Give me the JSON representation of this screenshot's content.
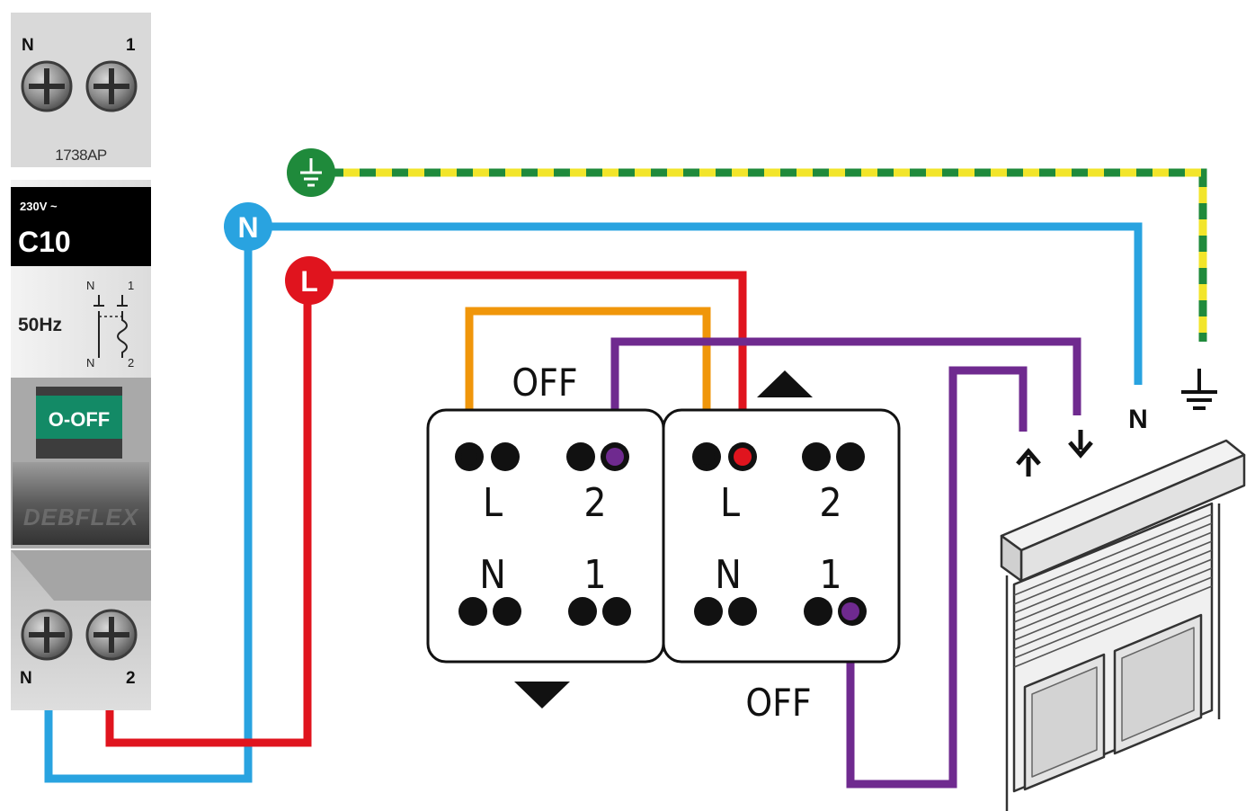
{
  "breaker": {
    "terminal_top_left": "N",
    "terminal_top_right": "1",
    "model": "1738AP",
    "voltage": "230V ~",
    "rating": "C10",
    "frequency": "50Hz",
    "symbol_n_top": "N",
    "symbol_1_top": "1",
    "symbol_n_bottom": "N",
    "symbol_2_bottom": "2",
    "switch_label": "O-OFF",
    "brand": "DEBFLEX",
    "terminal_bottom_left": "N",
    "terminal_bottom_right": "2"
  },
  "badges": {
    "neutral": "N",
    "live": "L"
  },
  "switch": {
    "left_off": "OFF",
    "right_off": "OFF",
    "left_module": {
      "t1": "L",
      "t2": "2",
      "t3": "N",
      "t4": "1"
    },
    "right_module": {
      "t1": "L",
      "t2": "2",
      "t3": "N",
      "t4": "1"
    }
  },
  "motor": {
    "neutral": "N"
  },
  "colors": {
    "earth_green": "#1f8a3b",
    "earth_yellow": "#f2e52a",
    "neutral_blue": "#29a3e0",
    "live_red": "#e0141e",
    "orange": "#f0960a",
    "purple": "#6f2a8f"
  }
}
